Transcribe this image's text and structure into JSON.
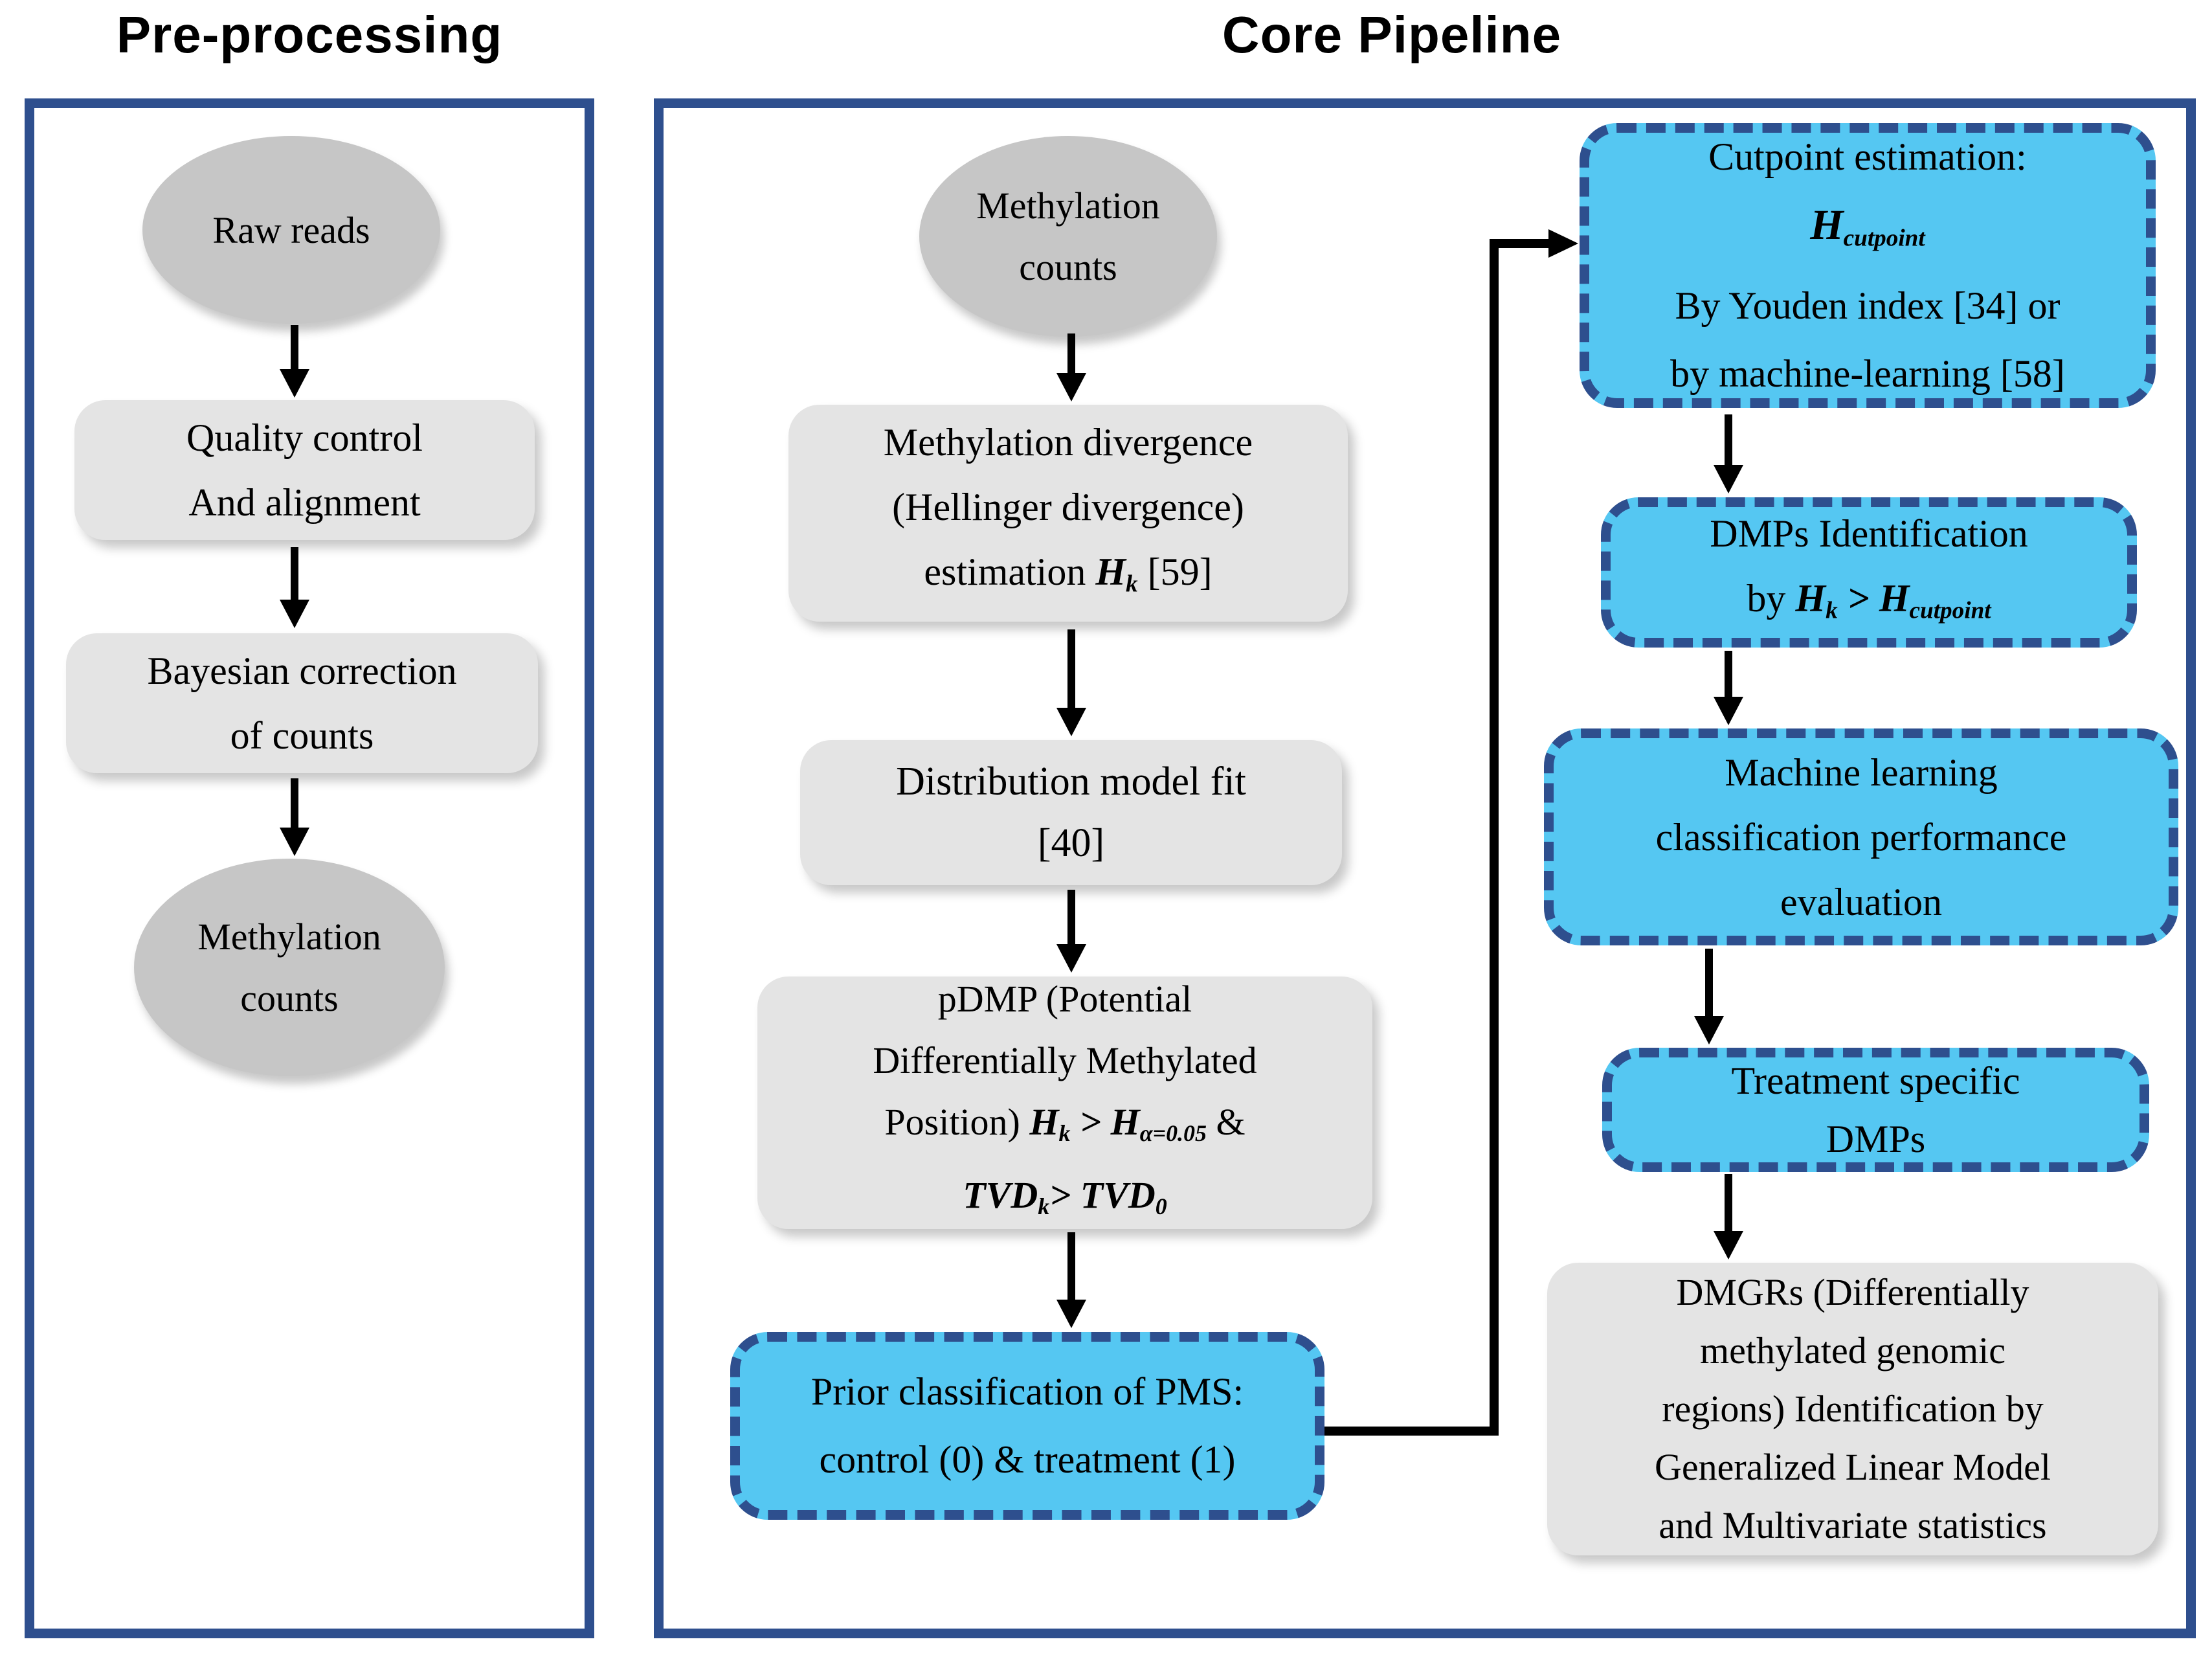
{
  "titles": {
    "preprocessing": "Pre-processing",
    "core": "Core Pipeline"
  },
  "pre": {
    "raw_reads": {
      "l1": "Raw reads"
    },
    "qc": {
      "l1": "Quality control",
      "l2": "And alignment"
    },
    "bayes": {
      "l1": "Bayesian correction",
      "l2": "of counts"
    },
    "mcounts": {
      "l1": "Methylation",
      "l2": "counts"
    }
  },
  "core": {
    "mcounts": {
      "l1": "Methylation",
      "l2": "counts"
    },
    "divergence": {
      "l1": "Methylation divergence",
      "l2": "(Hellinger divergence)",
      "l3_pre": "estimation",
      "l3_H": "H",
      "l3_sub": "k",
      "l3_ref": "[59]"
    },
    "distfit": {
      "l1": "Distribution model fit",
      "l2": "[40]"
    },
    "pdmp": {
      "l1": "pDMP (Potential",
      "l2": "Differentially Methylated",
      "l3_pre": "Position)",
      "l3_H1": "H",
      "l3_s1": "k",
      "l3_gt": ">",
      "l3_H2": "H",
      "l3_s2": "α=0.05",
      "l3_amp": "&",
      "l4_t1": "TVD",
      "l4_s1": "k",
      "l4_gt": ">",
      "l4_t2": "TVD",
      "l4_s2": "0"
    },
    "prior": {
      "l1": "Prior classification of PMS:",
      "l2": "control (0) & treatment (1)"
    },
    "cutpoint": {
      "l1": "Cutpoint estimation:",
      "l2_H": "H",
      "l2_sub": "cutpoint",
      "l3": "By Youden index [34] or",
      "l4": "by machine-learning [58]"
    },
    "dmps": {
      "l1": "DMPs Identification",
      "l2_by": "by",
      "l2_H1": "H",
      "l2_s1": "k",
      "l2_gt": ">",
      "l2_H2": "H",
      "l2_s2": "cutpoint"
    },
    "ml": {
      "l1": "Machine learning",
      "l2": "classification performance",
      "l3": "evaluation"
    },
    "treatment": {
      "l1": "Treatment specific",
      "l2": "DMPs"
    },
    "dmgrs": {
      "l1": "DMGRs (Differentially",
      "l2": "methylated genomic",
      "l3": "regions) Identification by",
      "l4": "Generalized Linear Model",
      "l5": "and Multivariate statistics"
    }
  },
  "colors": {
    "panel_border": "#2e4f8e",
    "dashed_border": "#2e4f8e",
    "blue_box_fill": "#55c7f2",
    "gray_box_fill": "#e4e4e4",
    "ellipse_fill": "#c6c6c6",
    "arrow": "#000000",
    "background": "#ffffff"
  },
  "icons": {
    "arrow-down-icon": "css-triangle-down",
    "elbow-connector-icon": "svg-right-angle-arrow"
  }
}
